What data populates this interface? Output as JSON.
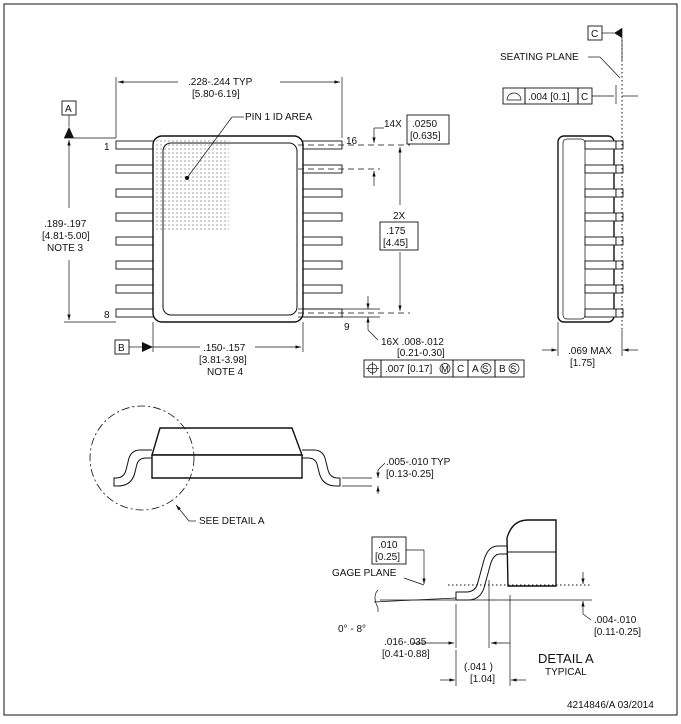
{
  "drawing": {
    "top_view": {
      "overall_width": ".228-.244  TYP",
      "overall_width_mm": "[5.80-6.19]",
      "pin1_label": "PIN 1 ID AREA",
      "pin_first": "1",
      "pin_last_left": "8",
      "pin_last_right": "16",
      "pin_first_right_bottom": "9",
      "pitch_count": "14X",
      "pitch_in": ".0250",
      "pitch_mm": "[0.635]",
      "span_count": "2X",
      "span_in": ".175",
      "span_mm": "[4.45]",
      "length_in": ".189-.197",
      "length_mm": "[4.81-5.00]",
      "length_note": "NOTE 3",
      "body_width_in": ".150-.157",
      "body_width_mm": "[3.81-3.98]",
      "body_width_note": "NOTE 4",
      "lead_width": "16X .008-.012",
      "lead_width_mm": "[0.21-0.30]",
      "position_tol": ".007 [0.17]",
      "ref_c": "C",
      "ref_a": "A",
      "ref_b": "B"
    },
    "side_view": {
      "seating_plane": "SEATING PLANE",
      "ref_c": "C",
      "flatness": ".004 [0.1]",
      "flatness_ref": "C",
      "max_height_in": ".069 MAX",
      "max_height_mm": "[1.75]"
    },
    "front_view": {
      "thickness_in": ".005-.010  TYP",
      "thickness_mm": "[0.13-0.25]",
      "see_detail": "SEE DETAIL A"
    },
    "detail_a": {
      "gage_in": ".010",
      "gage_mm": "[0.25]",
      "gage_plane": "GAGE PLANE",
      "angle": "0° - 8°",
      "foot_in": ".016-.035",
      "foot_mm": "[0.41-0.88]",
      "ref_in": "(.041 )",
      "ref_mm": "[1.04]",
      "standoff_in": ".004-.010",
      "standoff_mm": "[0.11-0.25]",
      "title": "DETAIL  A",
      "subtitle": "TYPICAL"
    },
    "drawing_number": "4214846/A   03/2014"
  }
}
